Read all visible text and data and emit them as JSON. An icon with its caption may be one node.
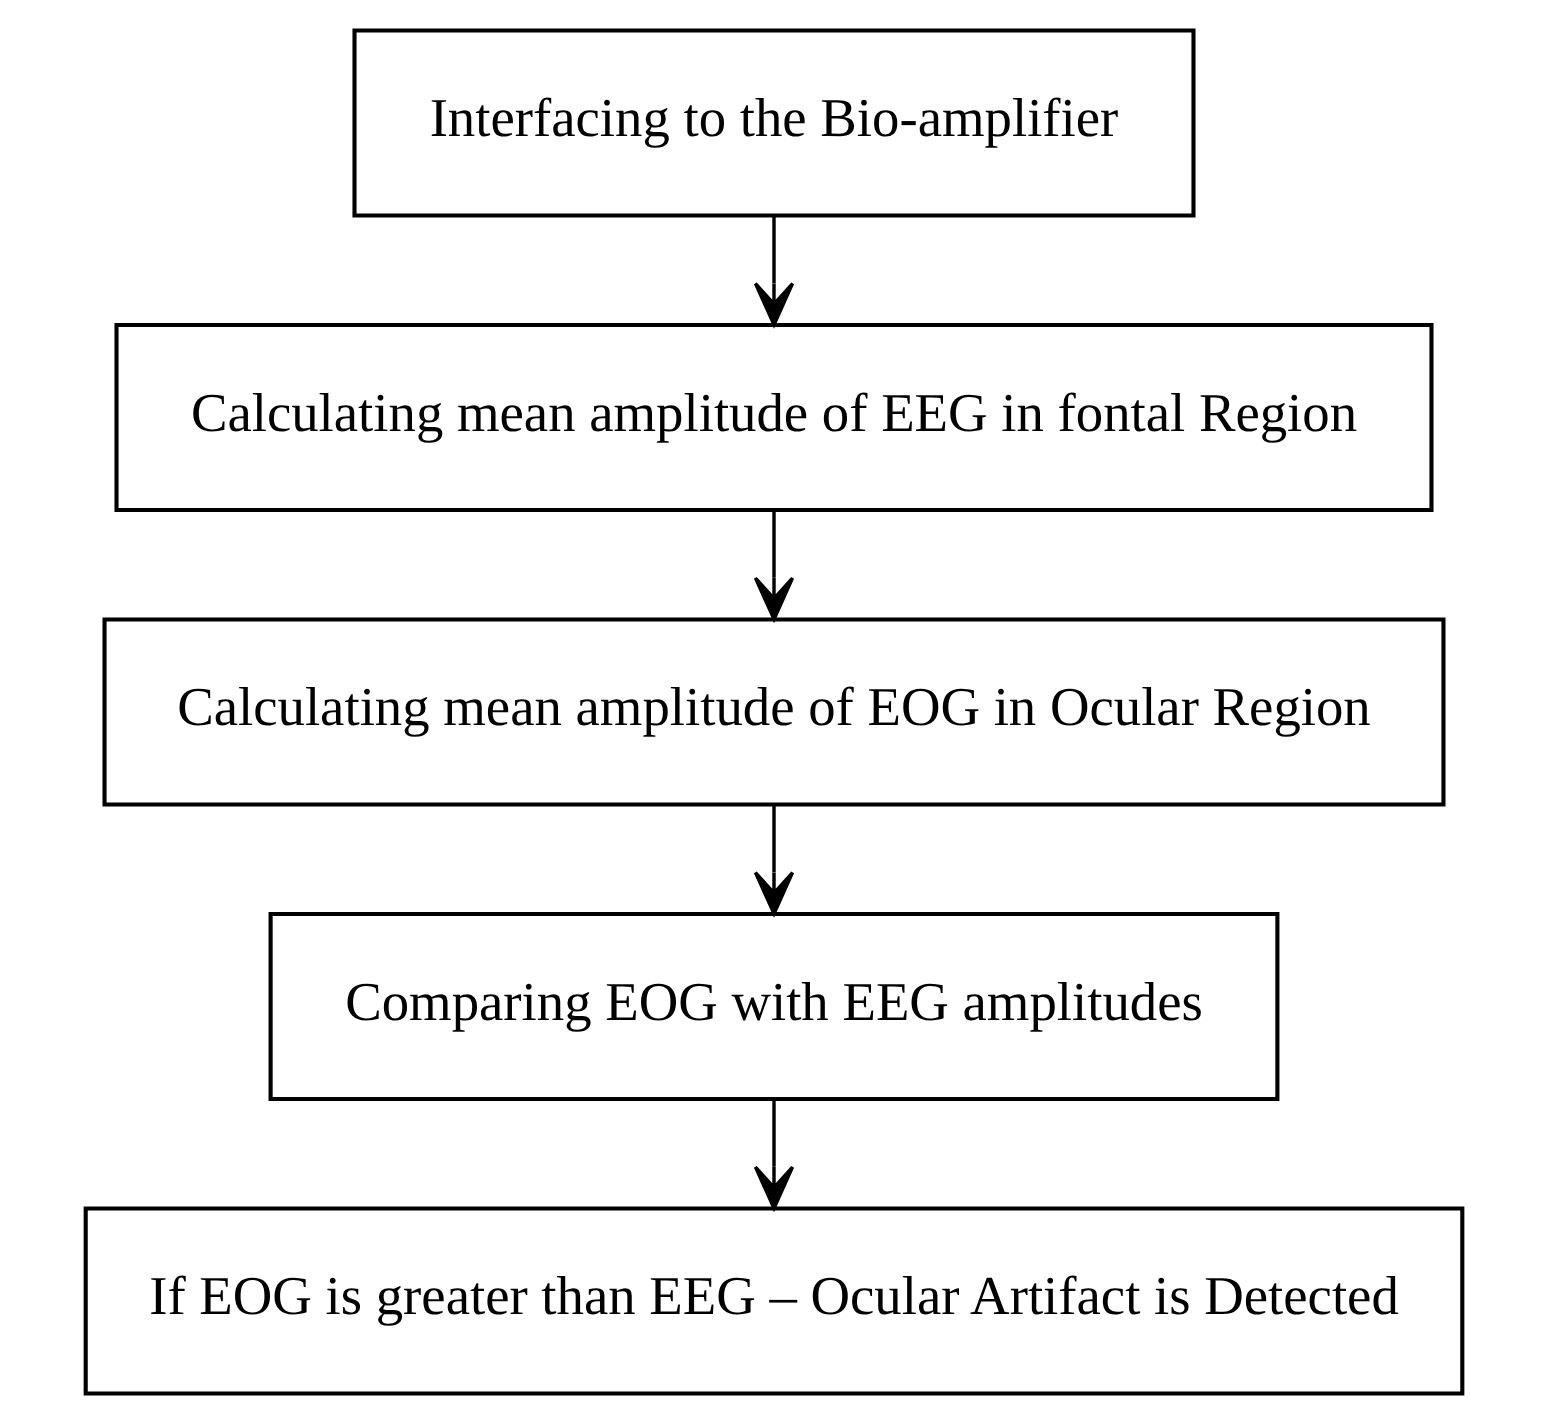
{
  "diagram": {
    "nodes": [
      {
        "text": [
          "Interfacing to the Bio-amplifier"
        ]
      },
      {
        "text": [
          "Calculating mean amplitude of EEG in fontal Region"
        ]
      },
      {
        "text": [
          "Calculating mean amplitude of EOG in Ocular Region"
        ]
      },
      {
        "text": [
          "Comparing EOG with EEG amplitudes"
        ]
      },
      {
        "text": [
          "If EOG is greater than EEG – Ocular Artifact is Detected"
        ]
      }
    ],
    "edges": [
      {
        "from": 0,
        "to": 1,
        "arrow": "to"
      },
      {
        "from": 1,
        "to": 2,
        "arrow": "to"
      },
      {
        "from": 2,
        "to": 3,
        "arrow": "to"
      },
      {
        "from": 3,
        "to": 4,
        "arrow": "to"
      }
    ]
  }
}
